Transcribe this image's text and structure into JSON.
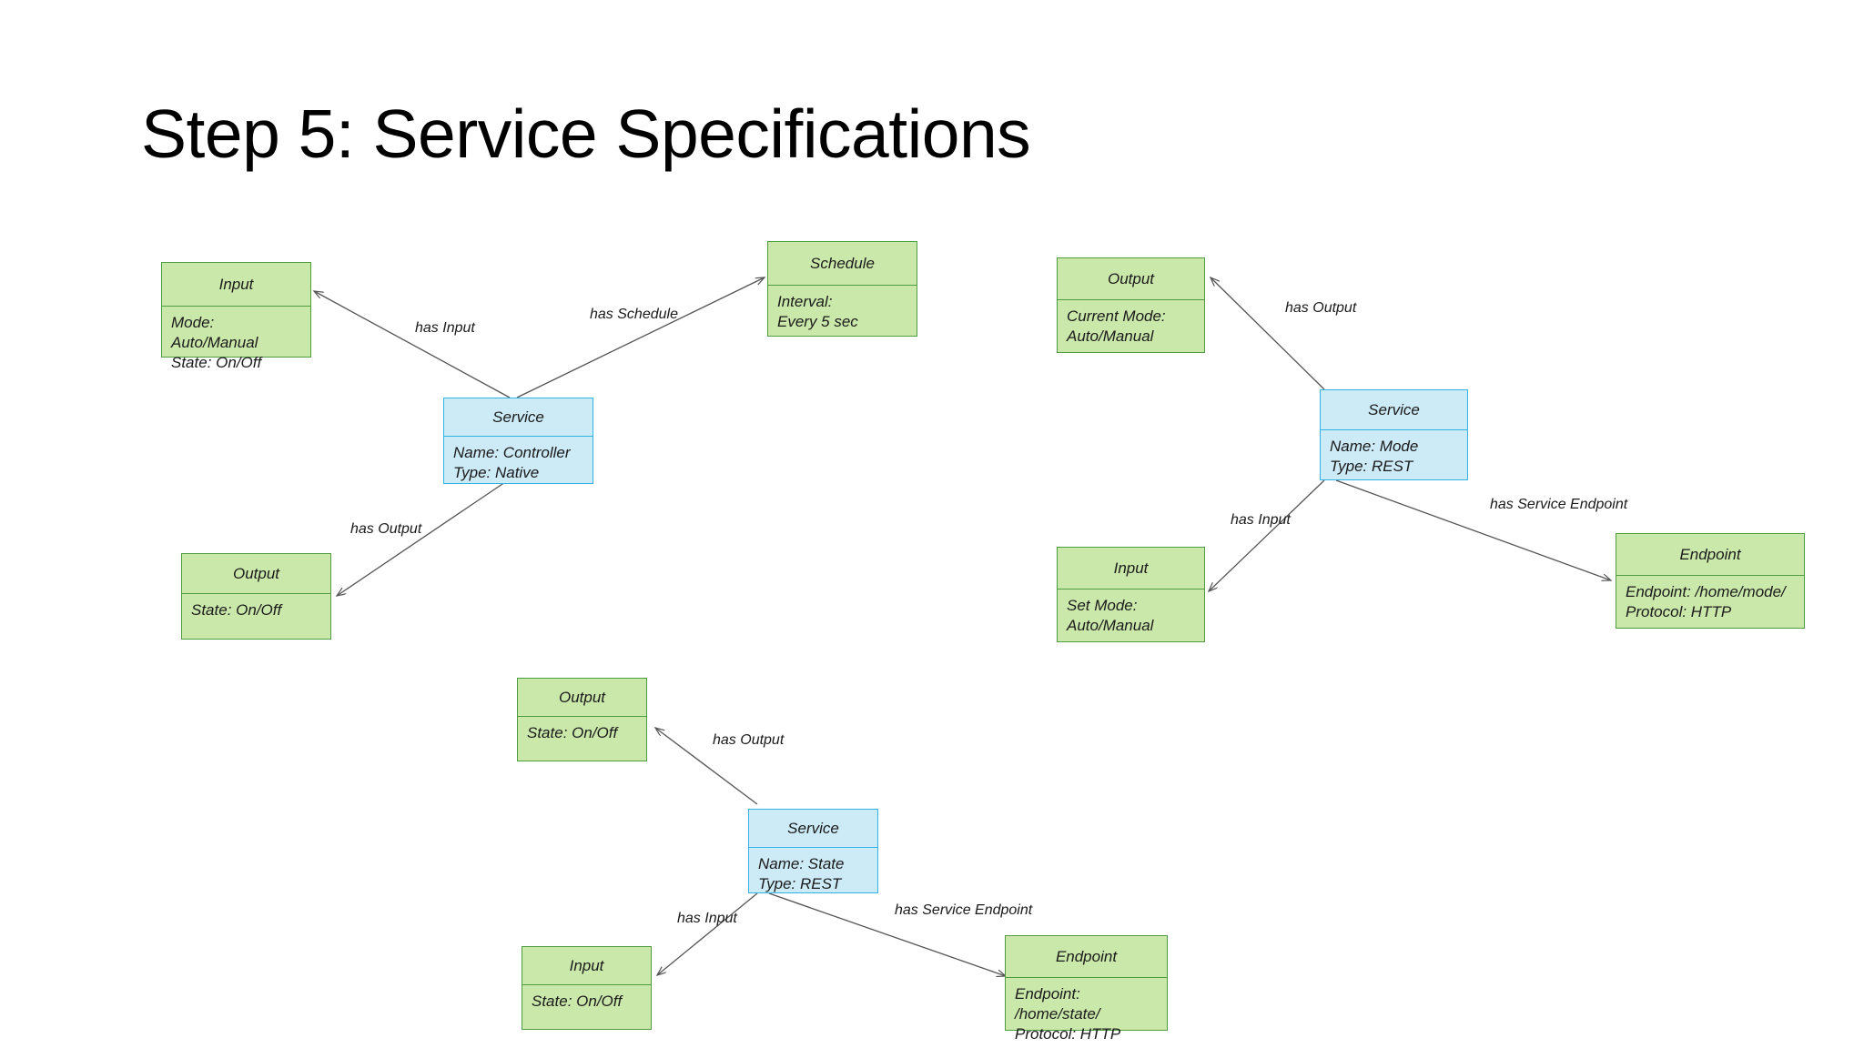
{
  "slide": {
    "title": "Step 5: Service Specifications",
    "background": "#ffffff"
  },
  "palette": {
    "green_fill": "#cbe8ab",
    "green_border": "#4f9c42",
    "blue_fill": "#cdeaf7",
    "blue_border": "#31b4e4",
    "edge_stroke": "#555555",
    "text": "#1a1a1a"
  },
  "clusters": [
    {
      "name": "controller-service-cluster",
      "nodes": {
        "input": {
          "header": "Input",
          "body": "Mode: Auto/Manual\nState: On/Off"
        },
        "schedule": {
          "header": "Schedule",
          "body": "Interval:\nEvery 5 sec"
        },
        "service": {
          "header": "Service",
          "body": "Name: Controller\nType: Native"
        },
        "output": {
          "header": "Output",
          "body": "State: On/Off"
        }
      },
      "edges": {
        "has_input": "has Input",
        "has_schedule": "has Schedule",
        "has_output": "has Output"
      }
    },
    {
      "name": "mode-service-cluster",
      "nodes": {
        "output": {
          "header": "Output",
          "body": "Current Mode:\nAuto/Manual"
        },
        "service": {
          "header": "Service",
          "body": "Name: Mode\nType: REST"
        },
        "input": {
          "header": "Input",
          "body": "Set Mode:\nAuto/Manual"
        },
        "endpoint": {
          "header": "Endpoint",
          "body": "Endpoint: /home/mode/\nProtocol: HTTP"
        }
      },
      "edges": {
        "has_output": "has Output",
        "has_input": "has Input",
        "has_service_endpoint": "has Service Endpoint"
      }
    },
    {
      "name": "state-service-cluster",
      "nodes": {
        "output": {
          "header": "Output",
          "body": "State: On/Off"
        },
        "service": {
          "header": "Service",
          "body": "Name: State\nType: REST"
        },
        "input": {
          "header": "Input",
          "body": "State: On/Off"
        },
        "endpoint": {
          "header": "Endpoint",
          "body": "Endpoint: /home/state/\nProtocol: HTTP"
        }
      },
      "edges": {
        "has_output": "has Output",
        "has_input": "has Input",
        "has_service_endpoint": "has Service Endpoint"
      }
    }
  ]
}
